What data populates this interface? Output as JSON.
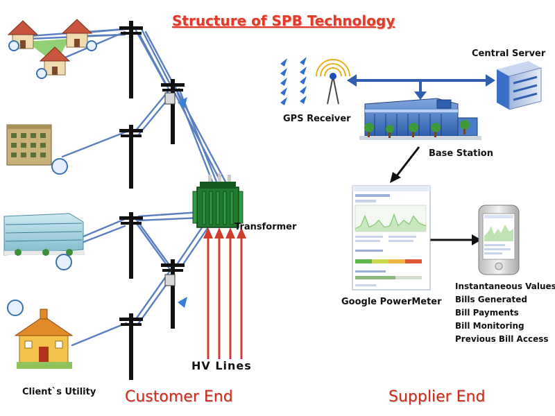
{
  "title": "Structure of SPB Technology",
  "labels": {
    "clients_utility": "Client`s Utility",
    "customer_end": "Customer End",
    "supplier_end": "Supplier End",
    "hv_lines": "HV Lines",
    "transformer": "Transformer",
    "gps_receiver": "GPS Receiver",
    "central_server": "Central Server",
    "base_station": "Base Station",
    "google_powermeter": "Google PowerMeter"
  },
  "features": [
    "Instantaneous Values",
    "Bills Generated",
    "Bill Payments",
    "Bill Monitoring",
    "Previous Bill Access"
  ],
  "colors": {
    "title": "#e03a2a",
    "end_labels": "#d22a1a",
    "wires": "#5a7fc0",
    "hv_lines": "#d23c2c",
    "transformer": "#1e7a2e"
  }
}
